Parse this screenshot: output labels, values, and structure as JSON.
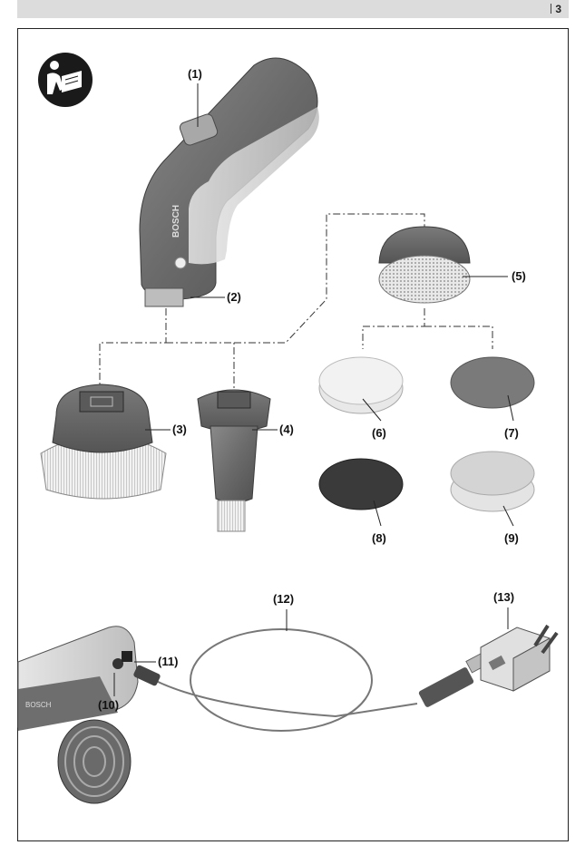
{
  "page_number": "3",
  "labels": {
    "l1": "(1)",
    "l2": "(2)",
    "l3": "(3)",
    "l4": "(4)",
    "l5": "(5)",
    "l6": "(6)",
    "l7": "(7)",
    "l8": "(8)",
    "l9": "(9)",
    "l10": "(10)",
    "l11": "(11)",
    "l12": "(12)",
    "l13": "(13)"
  },
  "brand_text": "BOSCH",
  "colors": {
    "body_grey": "#6e6e6e",
    "light_grey": "#cfcfcf",
    "frame": "#222222"
  },
  "icons": {
    "manual": "read-manual-icon"
  }
}
